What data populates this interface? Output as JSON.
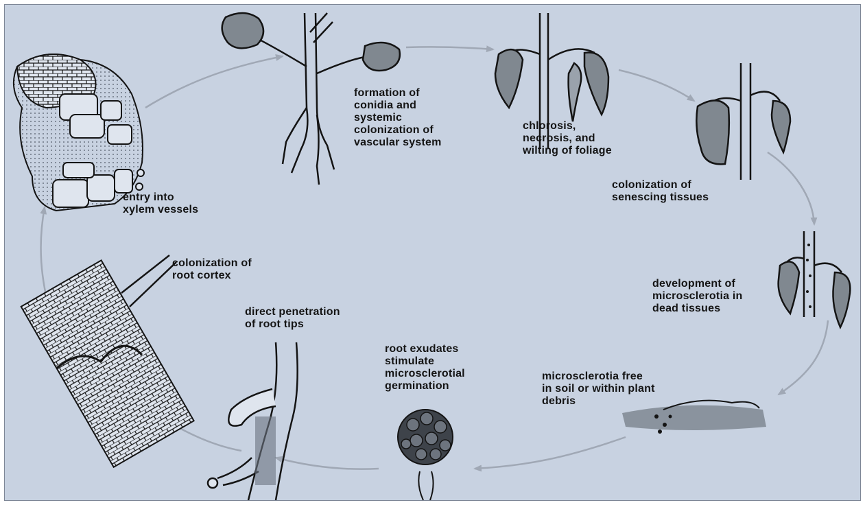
{
  "diagram": {
    "stages": [
      {
        "id": "conidia",
        "text": "formation of\nconidia and\nsystemic\ncolonization of\nvascular system"
      },
      {
        "id": "chlorosis",
        "text": "chlorosis,\nnecrosis, and\nwilting of foliage"
      },
      {
        "id": "senescing",
        "text": "colonization of\nsenescing tissues"
      },
      {
        "id": "dead-tissues",
        "text": "development of\nmicrosclerotia in\ndead tissues"
      },
      {
        "id": "soil",
        "text": "microsclerotia free\nin soil or within plant\ndebris"
      },
      {
        "id": "exudates",
        "text": "root exudates\nstimulate\nmicrosclerotial\ngermination"
      },
      {
        "id": "penetration",
        "text": "direct penetration\nof root tips"
      },
      {
        "id": "cortex",
        "text": "colonization of\nroot cortex"
      },
      {
        "id": "xylem",
        "text": "entry into\nxylem vessels"
      }
    ],
    "colors": {
      "background": "#c8d2e1",
      "ink": "#141414",
      "arrow": "#a0a8b5",
      "leaf": "#808890"
    }
  }
}
